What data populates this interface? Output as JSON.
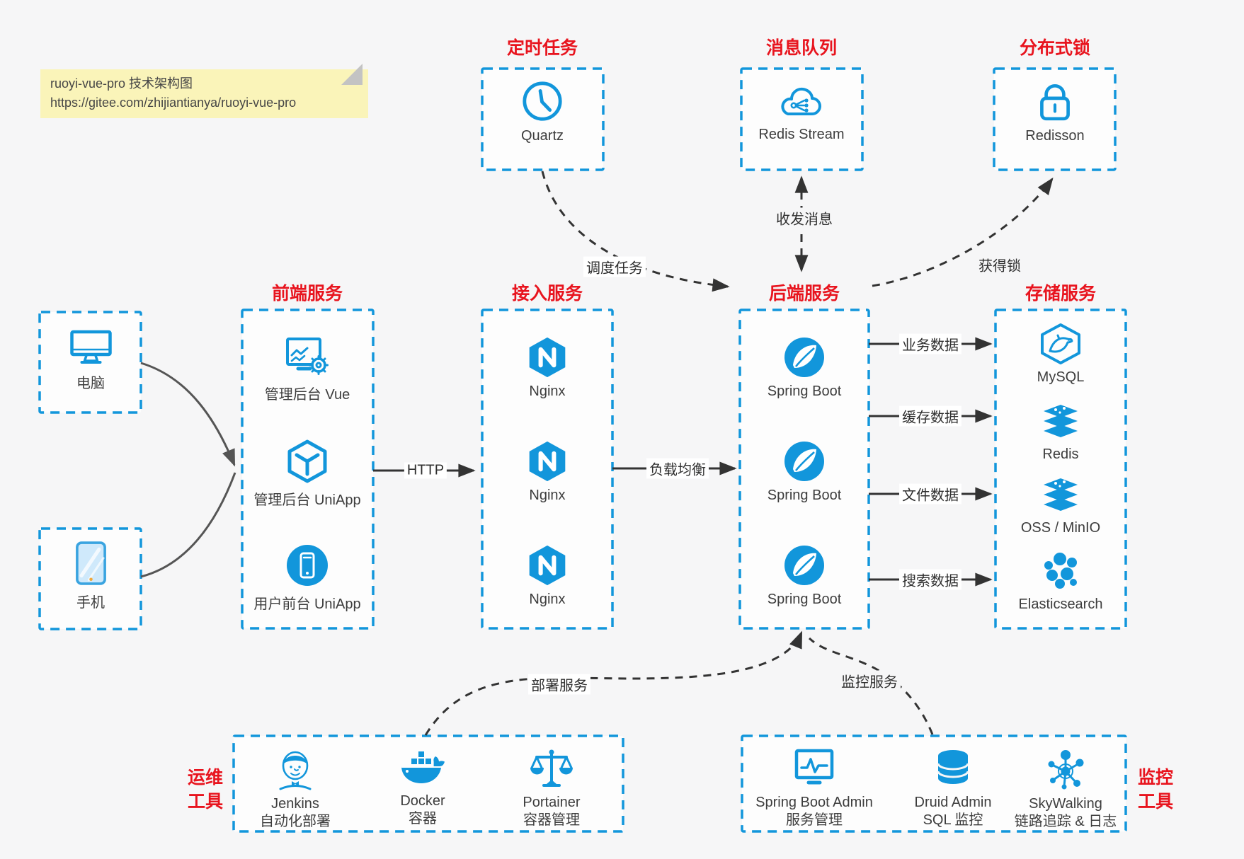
{
  "note": {
    "line1": "ruoyi-vue-pro 技术架构图",
    "line2": "https://gitee.com/zhijiantianya/ruoyi-vue-pro"
  },
  "colors": {
    "accent_blue": "#1296db",
    "title_red": "#e8141e",
    "arrow_dark": "#333333",
    "curve_gray": "#555555",
    "note_bg": "#faf4b9"
  },
  "top": [
    {
      "title": "定时任务",
      "label": "Quartz",
      "icon": "clock-icon"
    },
    {
      "title": "消息队列",
      "label": "Redis Stream",
      "icon": "cloud-stream-icon"
    },
    {
      "title": "分布式锁",
      "label": "Redisson",
      "icon": "lock-icon"
    }
  ],
  "clients": [
    {
      "label": "电脑",
      "icon": "desktop-icon"
    },
    {
      "label": "手机",
      "icon": "smartphone-icon"
    }
  ],
  "columns": {
    "frontend": {
      "title": "前端服务",
      "items": [
        "管理后台 Vue",
        "管理后台 UniApp",
        "用户前台 UniApp"
      ],
      "icons": [
        "admin-vue-icon",
        "uniapp-cube-icon",
        "user-uniapp-icon"
      ]
    },
    "access": {
      "title": "接入服务",
      "items": [
        "Nginx",
        "Nginx",
        "Nginx"
      ],
      "icons": [
        "nginx-icon",
        "nginx-icon",
        "nginx-icon"
      ]
    },
    "backend": {
      "title": "后端服务",
      "items": [
        "Spring Boot",
        "Spring Boot",
        "Spring Boot"
      ],
      "icons": [
        "spring-boot-icon",
        "spring-boot-icon",
        "spring-boot-icon"
      ]
    },
    "storage": {
      "title": "存储服务",
      "items": [
        "MySQL",
        "Redis",
        "OSS / MinIO",
        "Elasticsearch"
      ],
      "icons": [
        "mysql-icon",
        "redis-icon",
        "oss-minio-icon",
        "elasticsearch-icon"
      ]
    }
  },
  "edges": {
    "http": "HTTP",
    "lb": "负载均衡",
    "schedule": "调度任务",
    "mq": "收发消息",
    "lock": "获得锁",
    "data": [
      "业务数据",
      "缓存数据",
      "文件数据",
      "搜索数据"
    ],
    "deploy": "部署服务",
    "monitor": "监控服务"
  },
  "ops": {
    "side1": "运维",
    "side2": "工具",
    "items": [
      [
        "Jenkins",
        "自动化部署"
      ],
      [
        "Docker",
        "容器"
      ],
      [
        "Portainer",
        "容器管理"
      ]
    ],
    "icons": [
      "jenkins-icon",
      "docker-icon",
      "portainer-icon"
    ]
  },
  "monitoring": {
    "side1": "监控",
    "side2": "工具",
    "items": [
      [
        "Spring Boot Admin",
        "服务管理"
      ],
      [
        "Druid Admin",
        "SQL 监控"
      ],
      [
        "SkyWalking",
        "链路追踪 & 日志"
      ]
    ],
    "icons": [
      "spring-boot-admin-icon",
      "druid-icon",
      "skywalking-icon"
    ]
  }
}
